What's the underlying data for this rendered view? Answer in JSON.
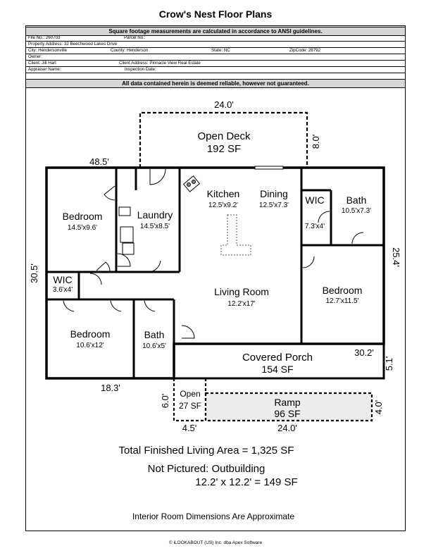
{
  "title": "Crow's Nest Floor Plans",
  "notice_top": "Square footage measurements are calculated in accordance to ANSI guidelines.",
  "notice_bottom": "All data contained herein is deemed reliable, however not guaranteed.",
  "info": {
    "file_no": "File No.: 260703",
    "parcel_no": "Parcel No.:",
    "property_address": "Property Address: 32 Beechwood Lakes Drive",
    "city": "City: Hendersonville",
    "county": "County: Henderson",
    "state": "State: NC",
    "zip": "ZipCode: 28792",
    "owner": "Owner:",
    "client": "Client: Jill Hart",
    "client_address": "Client Address: Pinnacle View Real Estate",
    "appraiser": "Appraiser Name:",
    "inspection_date": "Inspection Date:"
  },
  "plan": {
    "dims": {
      "deck_width": "24.0'",
      "deck_depth": "8.0'",
      "house_top": "48.5'",
      "house_left": "30.5'",
      "house_right": "25.4'",
      "bottom_left": "18.3'",
      "porch_width": "30.2'",
      "porch_depth": "5.1'",
      "open_depth": "6.0'",
      "open_width": "4.5'",
      "ramp_width": "24.0'",
      "ramp_depth": "4.0'"
    },
    "rooms": {
      "deck": {
        "name": "Open Deck",
        "area": "192 SF"
      },
      "bedroom_nw": {
        "name": "Bedroom",
        "size": "14.5'x9.6'"
      },
      "laundry": {
        "name": "Laundry",
        "size": "14.5'x8.5'"
      },
      "kitchen": {
        "name": "Kitchen",
        "size": "12.5'x9.2'"
      },
      "dining": {
        "name": "Dining",
        "size": "12.5'x7.3'"
      },
      "wic_ne": {
        "name": "WIC",
        "size": "7.3'x4'"
      },
      "bath_ne": {
        "name": "Bath",
        "size": "10.5'x7.3'"
      },
      "wic_w": {
        "name": "WIC",
        "size": "3.6'x4'"
      },
      "living": {
        "name": "Living Room",
        "size": "12.2'x17'"
      },
      "bedroom_e": {
        "name": "Bedroom",
        "size": "12.7'x11.5'"
      },
      "bedroom_sw": {
        "name": "Bedroom",
        "size": "10.6'x12'"
      },
      "bath_s": {
        "name": "Bath",
        "size": "10.6'x5'"
      },
      "porch": {
        "name": "Covered Porch",
        "area": "154 SF"
      },
      "open": {
        "name": "Open",
        "area": "27 SF"
      },
      "ramp": {
        "name": "Ramp",
        "area": "96 SF"
      }
    }
  },
  "summary": {
    "total": "Total Finished Living Area = 1,325 SF",
    "not_pictured": "Not Pictured: Outbuilding",
    "outbuilding": "12.2' x 12.2' = 149 SF",
    "disclaimer": "Interior Room Dimensions Are Approximate"
  },
  "footer": "© iLOOKABOUT (US) Inc. dba Apex Software"
}
